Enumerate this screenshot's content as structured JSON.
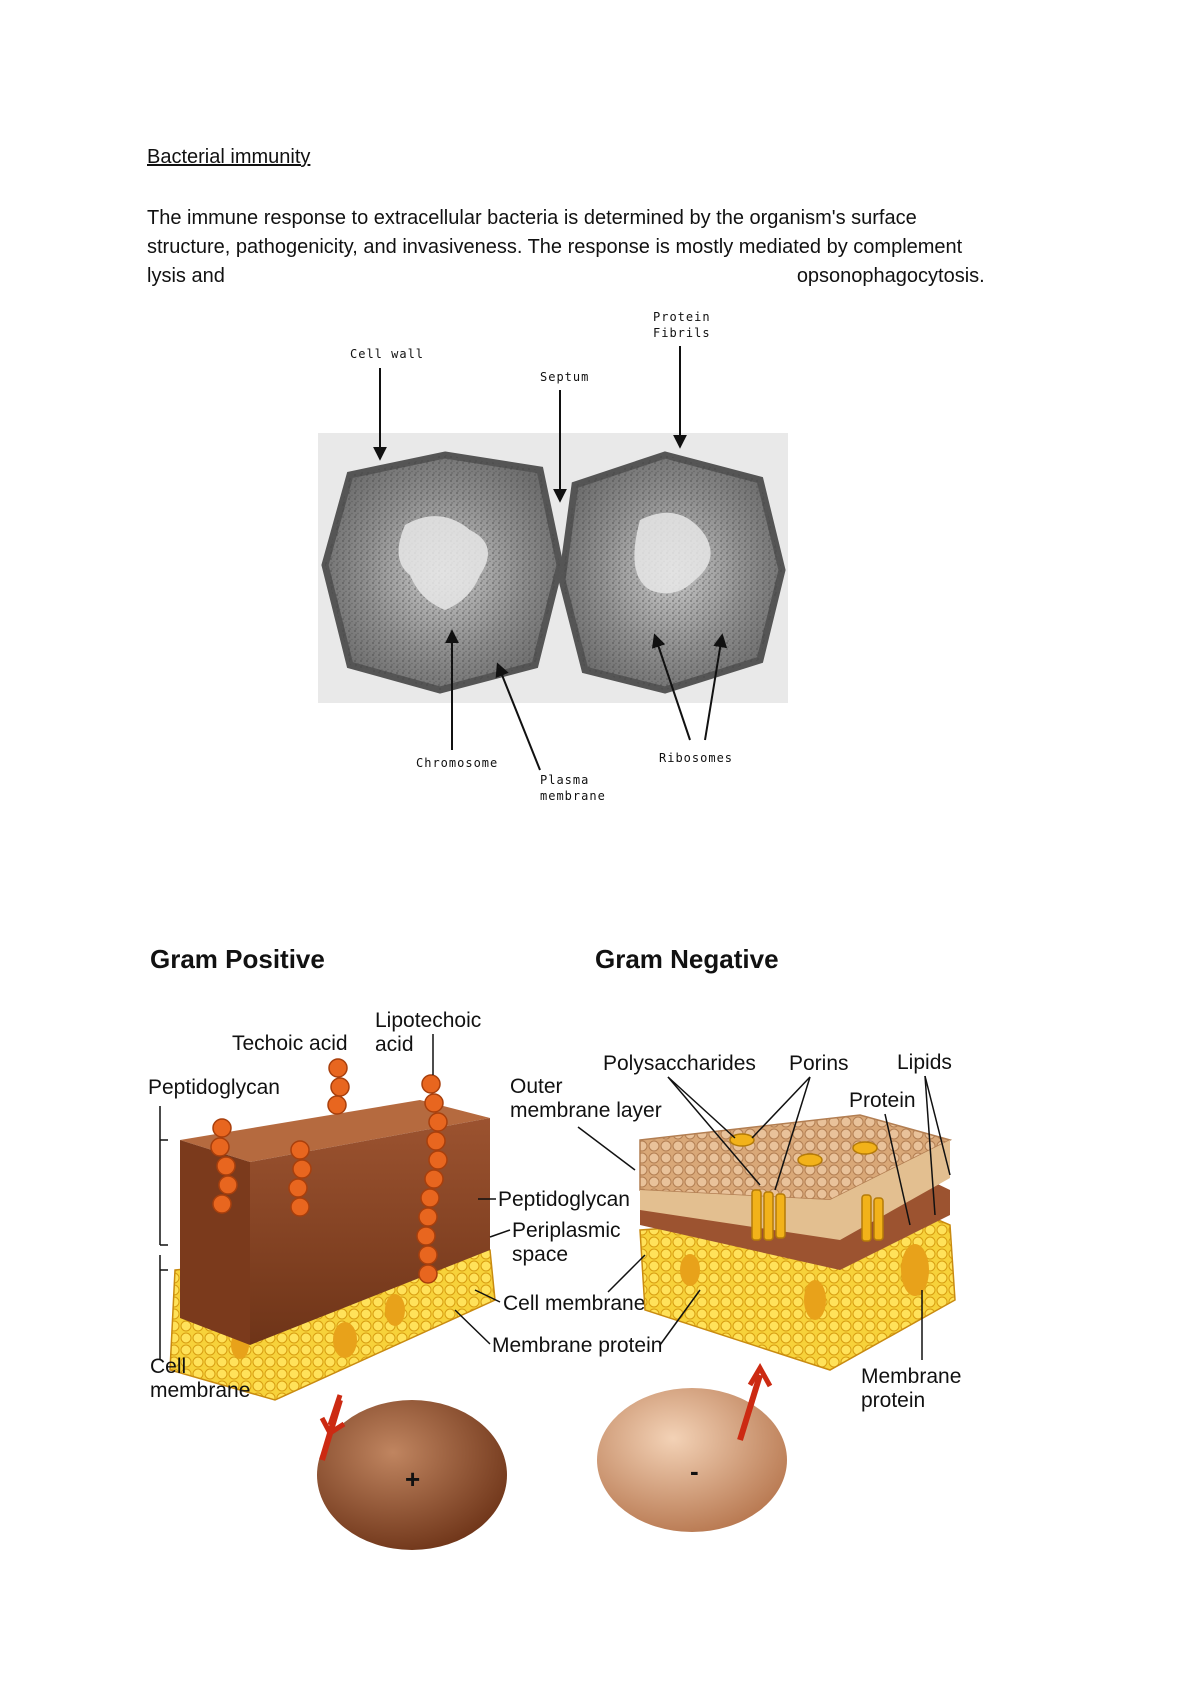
{
  "document": {
    "heading": "Bacterial immunity",
    "paragraph_lines": [
      "The immune response to extracellular bacteria is determined by the organism's surface",
      "structure, pathogenicity, and invasiveness. The response is mostly mediated by complement"
    ],
    "paragraph_last_start": "lysis and",
    "paragraph_last_end": "opsonophagocytosis."
  },
  "micrograph": {
    "labels": {
      "cell_wall": "Cell wall",
      "septum": "Septum",
      "protein_fibrils_1": "Protein",
      "protein_fibrils_2": "Fibrils",
      "chromosome": "Chromosome",
      "plasma_membrane_1": "Plasma",
      "plasma_membrane_2": "membrane",
      "ribosomes": "Ribosomes"
    }
  },
  "gram_diagram": {
    "gram_positive": {
      "title": "Gram Positive",
      "labels": {
        "lipotechoic_1": "Lipotechoic",
        "lipotechoic_2": "acid",
        "techoic": "Techoic acid",
        "peptidoglycan_top": "Peptidoglycan",
        "peptidoglycan_side": "Peptidoglycan",
        "periplasmic_1": "Periplasmic",
        "periplasmic_2": "space",
        "cell_membrane_mid": "Cell membrane",
        "membrane_protein_mid": "Membrane protein",
        "cell_membrane_1": "Cell",
        "cell_membrane_2": "membrane"
      },
      "charge": "+"
    },
    "gram_negative": {
      "title": "Gram Negative",
      "labels": {
        "outer_1": "Outer",
        "outer_2": "membrane layer",
        "polysaccharides": "Polysaccharides",
        "porins": "Porins",
        "lipids": "Lipids",
        "protein": "Protein",
        "membrane_protein_1": "Membrane",
        "membrane_protein_2": "protein"
      },
      "charge": "-"
    },
    "colors": {
      "gp_block_top": "#b56a3f",
      "gp_block_front": "#8a4422",
      "membrane_yellow": "#f2c21b",
      "bead_orange": "#e8661f",
      "gn_layer_tan": "#d9a878",
      "cell_pos": "#8c4c2e",
      "cell_neg": "#d8a47f",
      "arrow_red": "#cc2a12"
    }
  }
}
